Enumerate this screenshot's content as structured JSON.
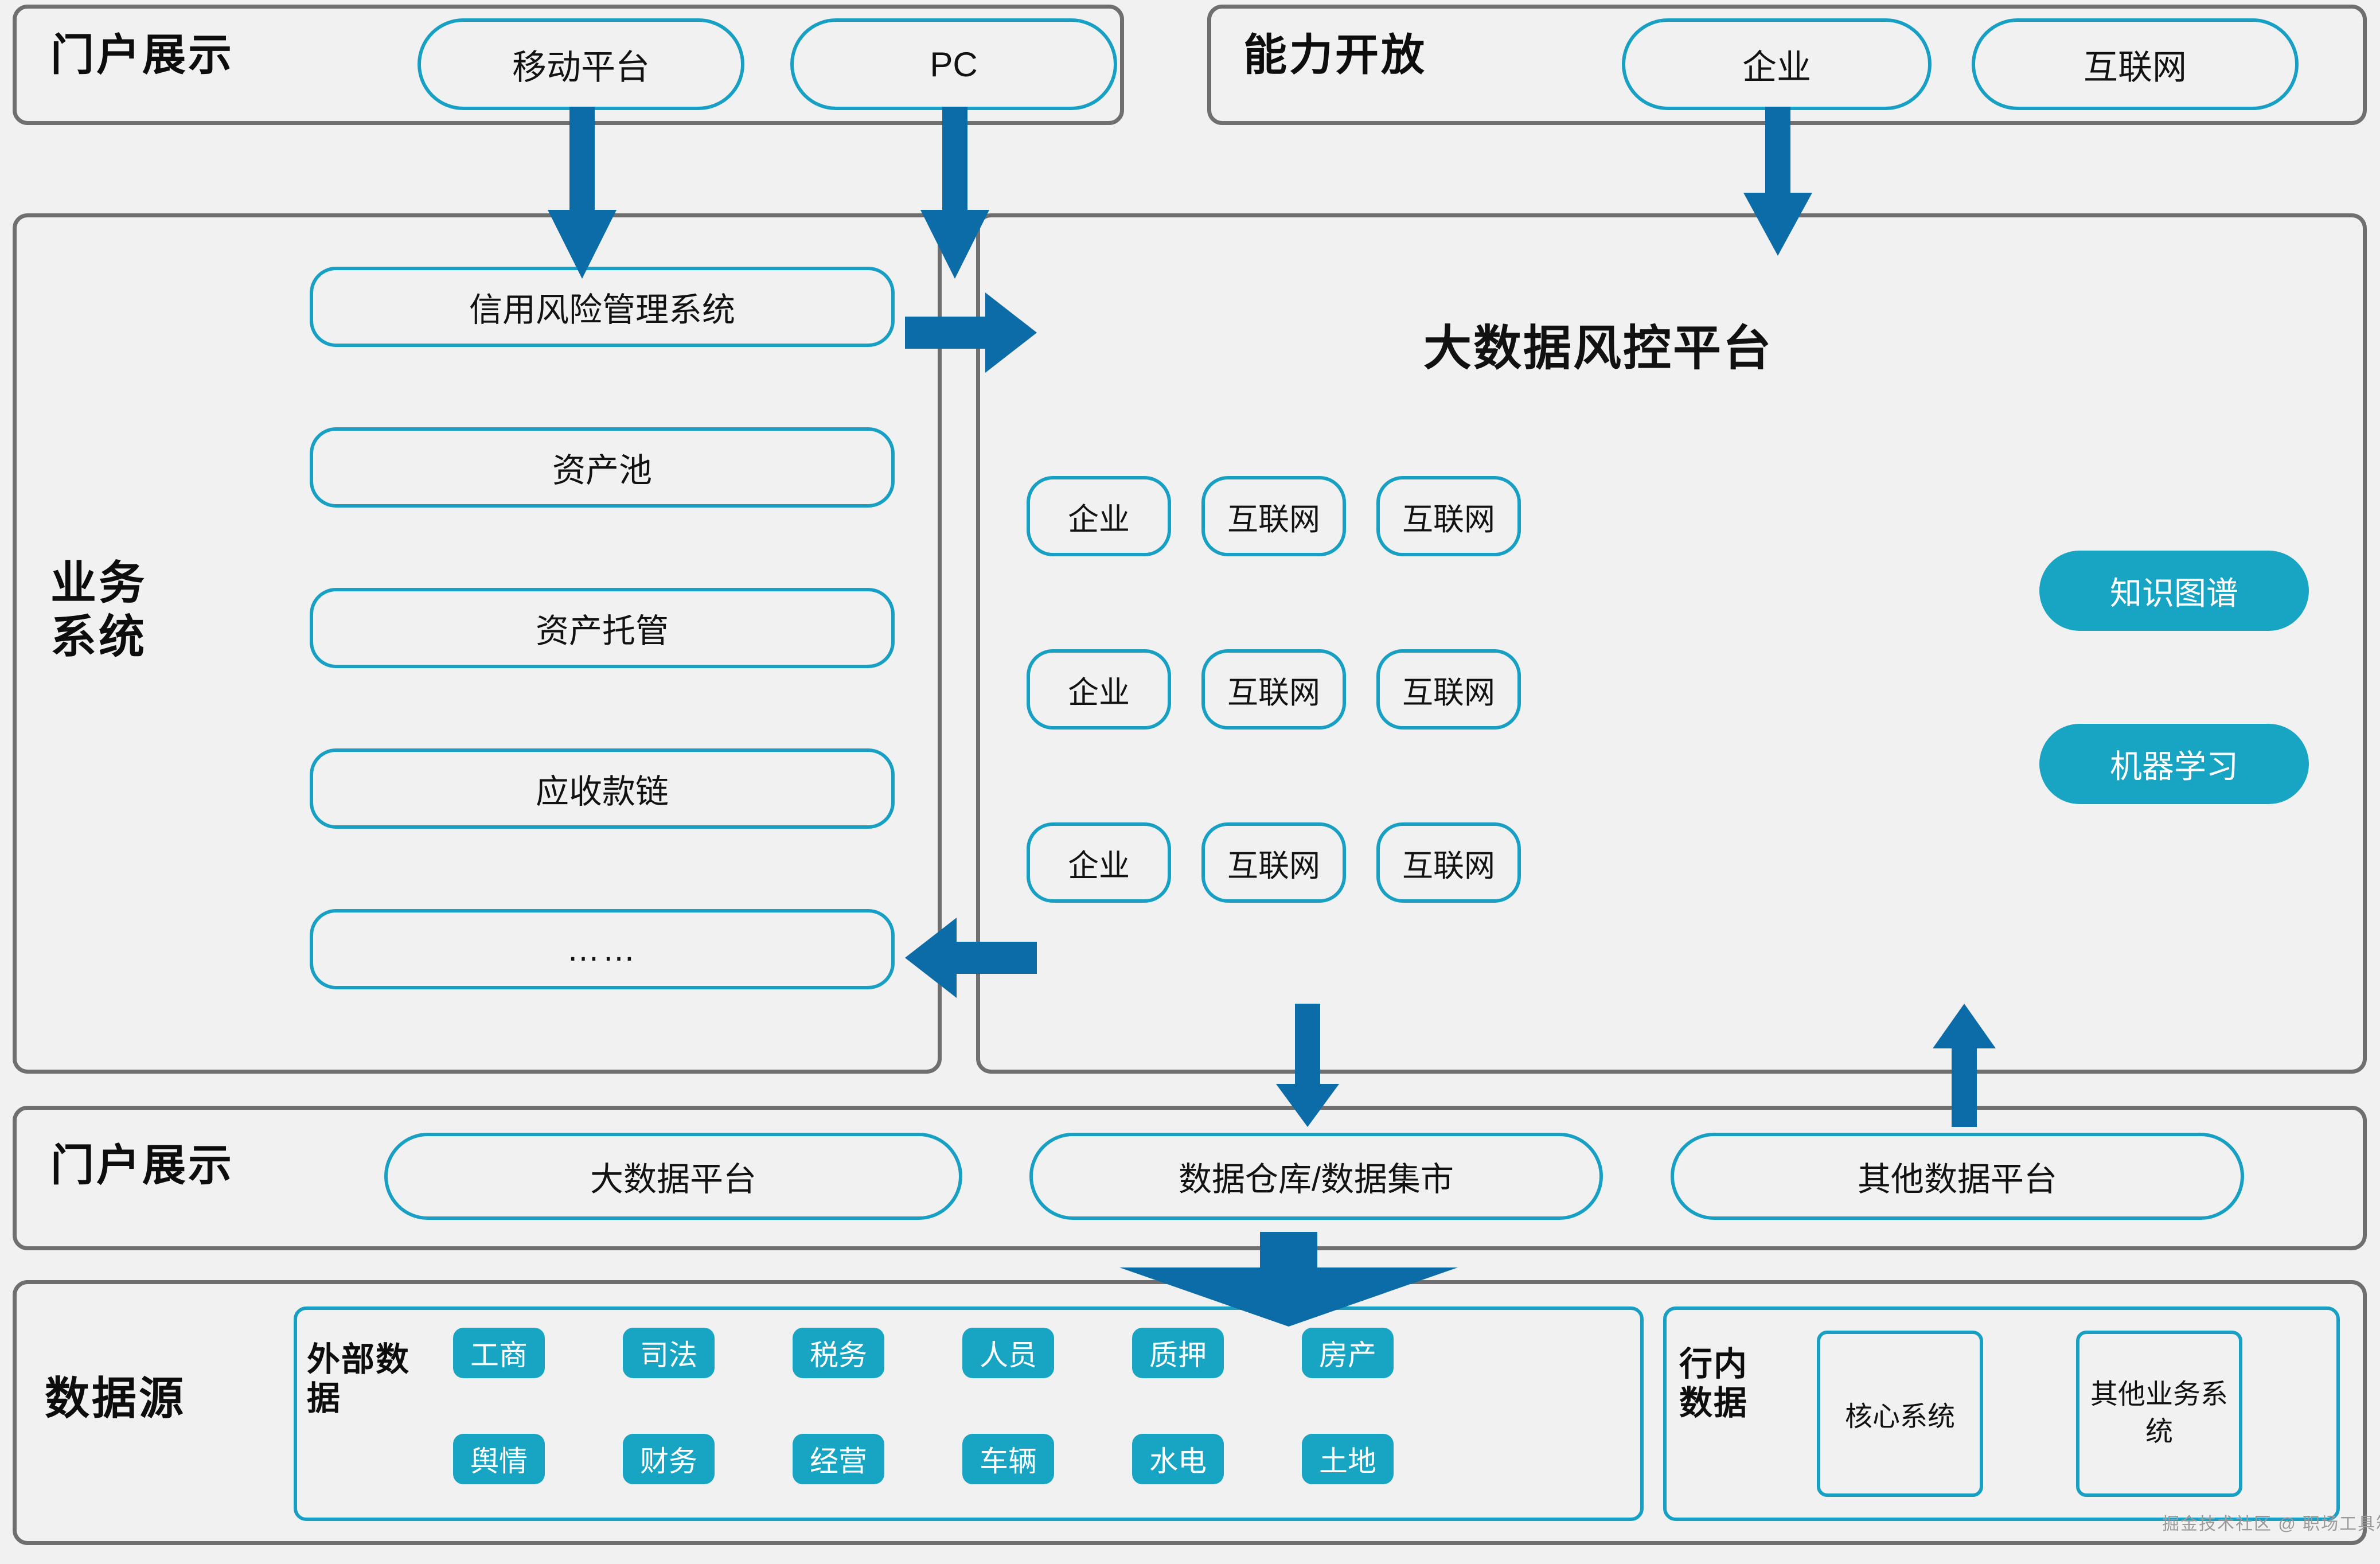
{
  "accent": {
    "outline": "#17a0c4",
    "fill": "#18a5c4",
    "arrow": "#0b6ca8",
    "panel_border": "#6f6f6f",
    "background": "#f1f1f1"
  },
  "portal_top": {
    "title": "门户展示",
    "items": [
      {
        "label": "移动平台"
      },
      {
        "label": "PC"
      }
    ]
  },
  "capability": {
    "title": "能力开放",
    "items": [
      {
        "label": "企业"
      },
      {
        "label": "互联网"
      }
    ]
  },
  "business_system": {
    "title": "业务\n系统",
    "items": [
      {
        "label": "信用风险管理系统"
      },
      {
        "label": "资产池"
      },
      {
        "label": "资产托管"
      },
      {
        "label": "应收款链"
      },
      {
        "label": "……"
      }
    ]
  },
  "bigdata_platform": {
    "title": "大数据风控平台",
    "grid": [
      [
        "企业",
        "互联网",
        "互联网"
      ],
      [
        "企业",
        "互联网",
        "互联网"
      ],
      [
        "企业",
        "互联网",
        "互联网"
      ]
    ],
    "capabilities": [
      {
        "label": "知识图谱"
      },
      {
        "label": "机器学习"
      }
    ]
  },
  "portal_data": {
    "title": "门户展示",
    "items": [
      {
        "label": "大数据平台"
      },
      {
        "label": "数据仓库/数据集市"
      },
      {
        "label": "其他数据平台"
      }
    ]
  },
  "data_source": {
    "title": "数据源",
    "external": {
      "label": "外部数\n据",
      "row1": [
        "工商",
        "司法",
        "税务",
        "人员",
        "质押",
        "房产"
      ],
      "row2": [
        "舆情",
        "财务",
        "经营",
        "车辆",
        "水电",
        "土地"
      ]
    },
    "internal": {
      "label": "行内\n数据",
      "items": [
        "核心系统",
        "其他业务系\n统"
      ]
    }
  },
  "watermark": {
    "text": "掘金技术社区 @ 职场工具箱"
  }
}
